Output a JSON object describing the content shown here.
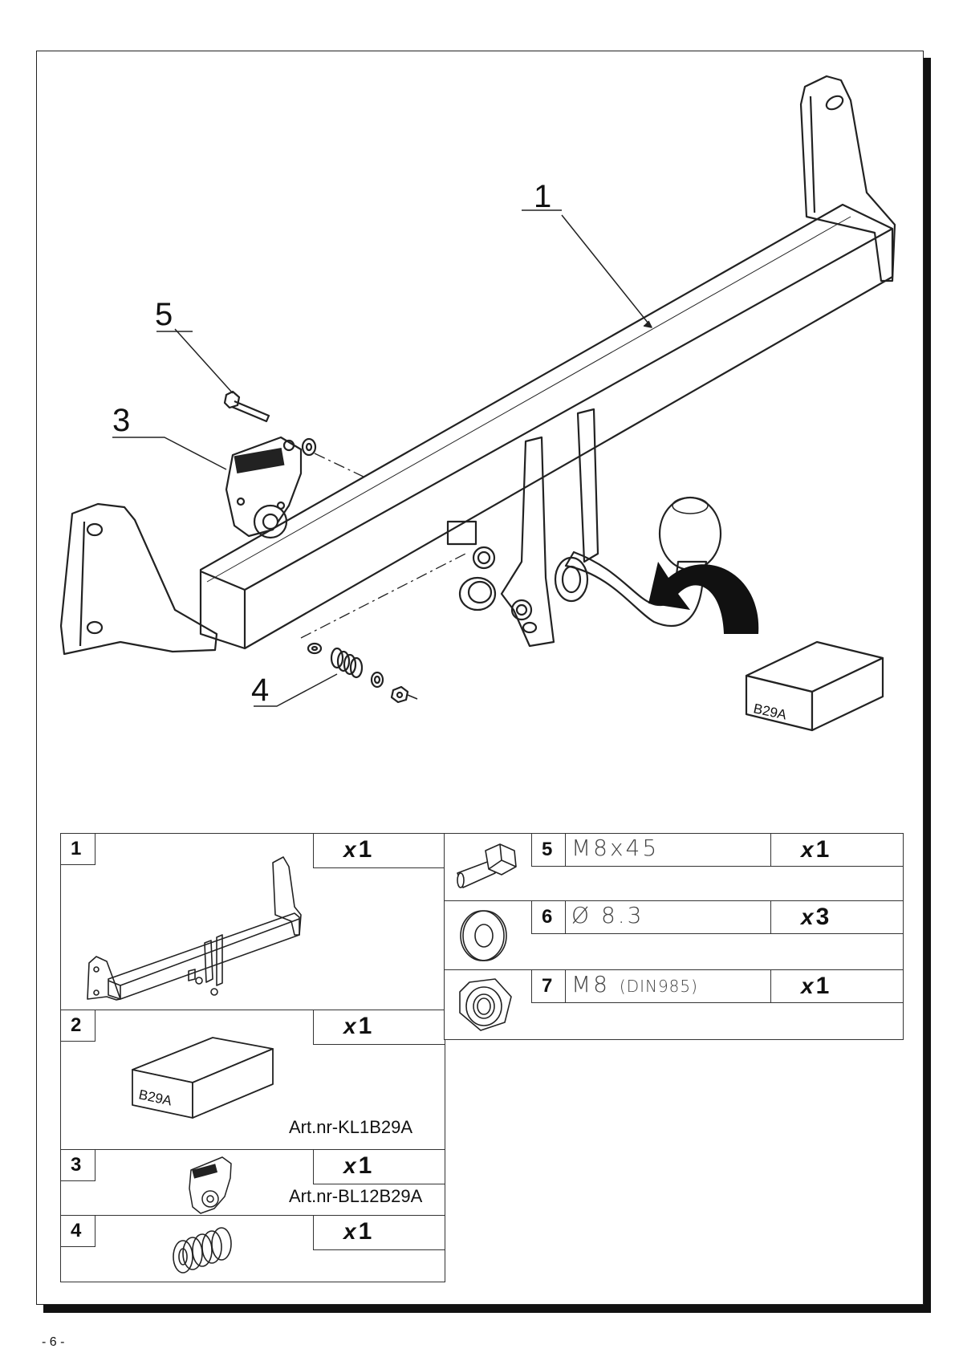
{
  "drawing": {
    "callouts": [
      "1",
      "3",
      "4",
      "5"
    ],
    "box_label": "B29A"
  },
  "parts": [
    {
      "num": "1",
      "qty_x": "x",
      "qty_n": "1"
    },
    {
      "num": "2",
      "qty_x": "x",
      "qty_n": "1",
      "box_label": "B29A",
      "art_nr": "Art.nr-KL1B29A"
    },
    {
      "num": "3",
      "qty_x": "x",
      "qty_n": "1",
      "art_nr": "Art.nr-BL12B29A"
    },
    {
      "num": "4",
      "qty_x": "x",
      "qty_n": "1"
    },
    {
      "num": "5",
      "spec": "M8x45",
      "qty_x": "x",
      "qty_n": "1"
    },
    {
      "num": "6",
      "spec": "Ø 8.3",
      "qty_x": "x",
      "qty_n": "3"
    },
    {
      "num": "7",
      "spec": "M8",
      "spec_extra": "(DIN985)",
      "qty_x": "x",
      "qty_n": "1"
    }
  ],
  "footer": {
    "page_number": "- 6 -"
  }
}
